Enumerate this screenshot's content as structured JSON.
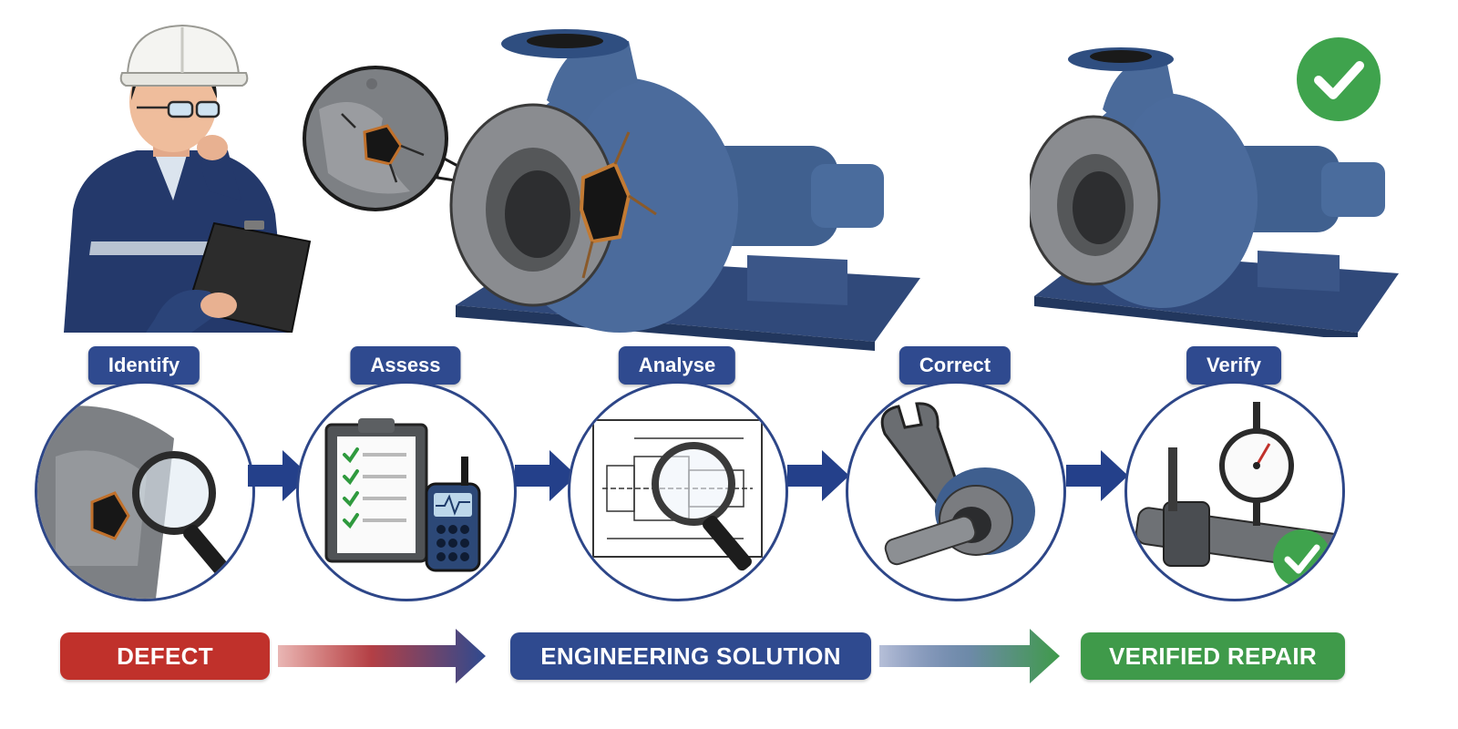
{
  "colors": {
    "navy": "#2f4a8f",
    "pump_blue": "#3f5f8f",
    "defect_red": "#c0312b",
    "repair_green": "#3f9a4a",
    "check_green": "#3fa34d"
  },
  "process": {
    "steps": [
      {
        "label": "Identify",
        "icon": "magnifier-on-crack-icon"
      },
      {
        "label": "Assess",
        "icon": "clipboard-checklist-and-meter-icon"
      },
      {
        "label": "Analyse",
        "icon": "drawing-magnifier-icon"
      },
      {
        "label": "Correct",
        "icon": "wrench-and-shaft-icon"
      },
      {
        "label": "Verify",
        "icon": "dial-gauge-check-icon"
      }
    ]
  },
  "outcomes": {
    "defect": "DEFECT",
    "solution": "ENGINEERING SOLUTION",
    "repair": "VERIFIED REPAIR"
  },
  "scene": {
    "inspector": "inspector-with-clipboard-icon",
    "damaged_pump": "damaged-pump-icon",
    "crack_zoom": "crack-zoom-icon",
    "repaired_pump": "repaired-pump-icon",
    "approval": "check-badge-icon"
  }
}
